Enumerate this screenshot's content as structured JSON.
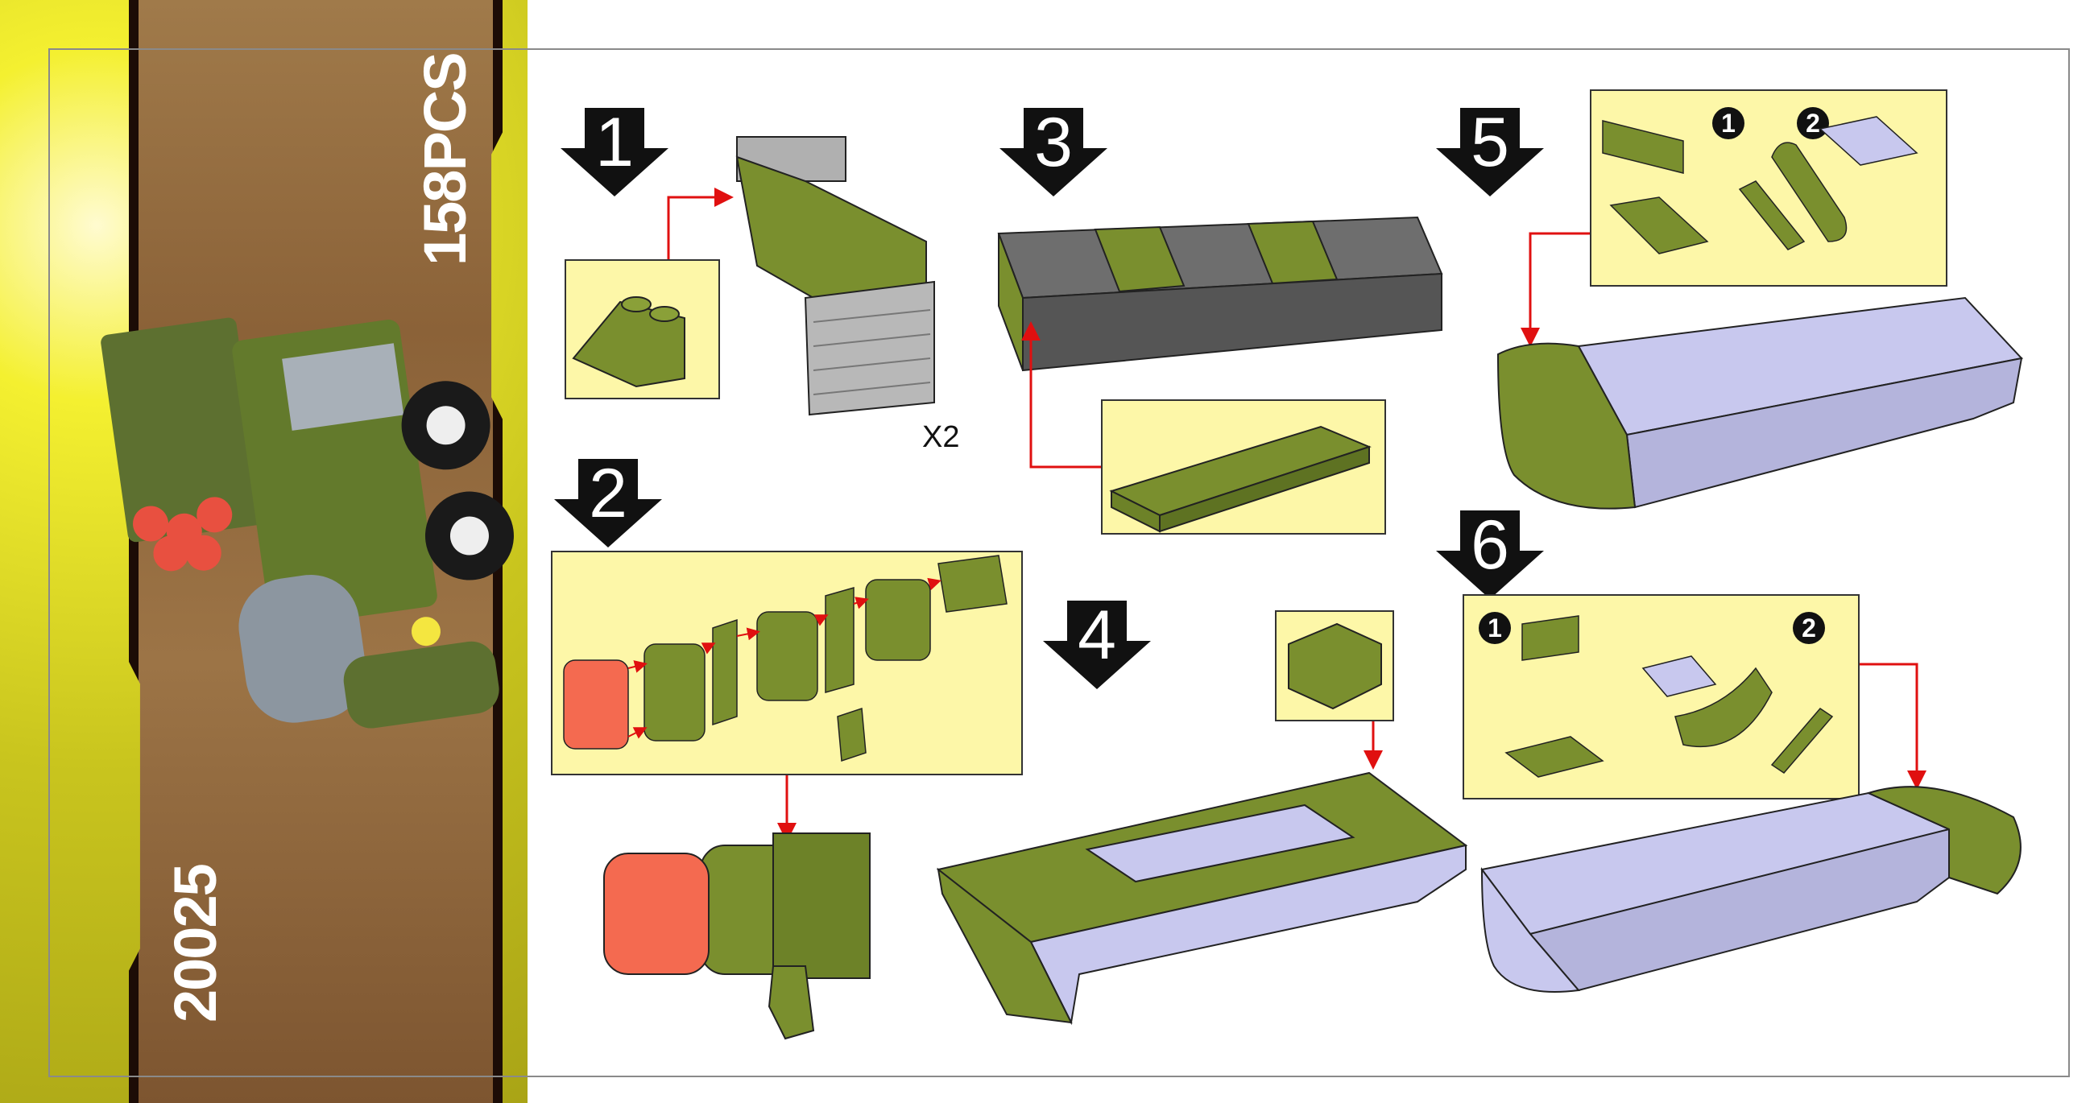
{
  "banner": {
    "piece_count": "158PCS",
    "set_number": "20025"
  },
  "steps": [
    {
      "number": "1",
      "multiplier": "X2"
    },
    {
      "number": "2"
    },
    {
      "number": "3"
    },
    {
      "number": "4"
    },
    {
      "number": "5",
      "substeps": [
        "1",
        "2"
      ]
    },
    {
      "number": "6",
      "substeps": [
        "1",
        "2"
      ]
    }
  ],
  "colors": {
    "olive": "#7a8f2e",
    "grey": "#6e6e6e",
    "lavender": "#c8c8ee",
    "panel": "#fdf7a8",
    "connector": "#e01010",
    "trans_red": "#f46a50"
  }
}
